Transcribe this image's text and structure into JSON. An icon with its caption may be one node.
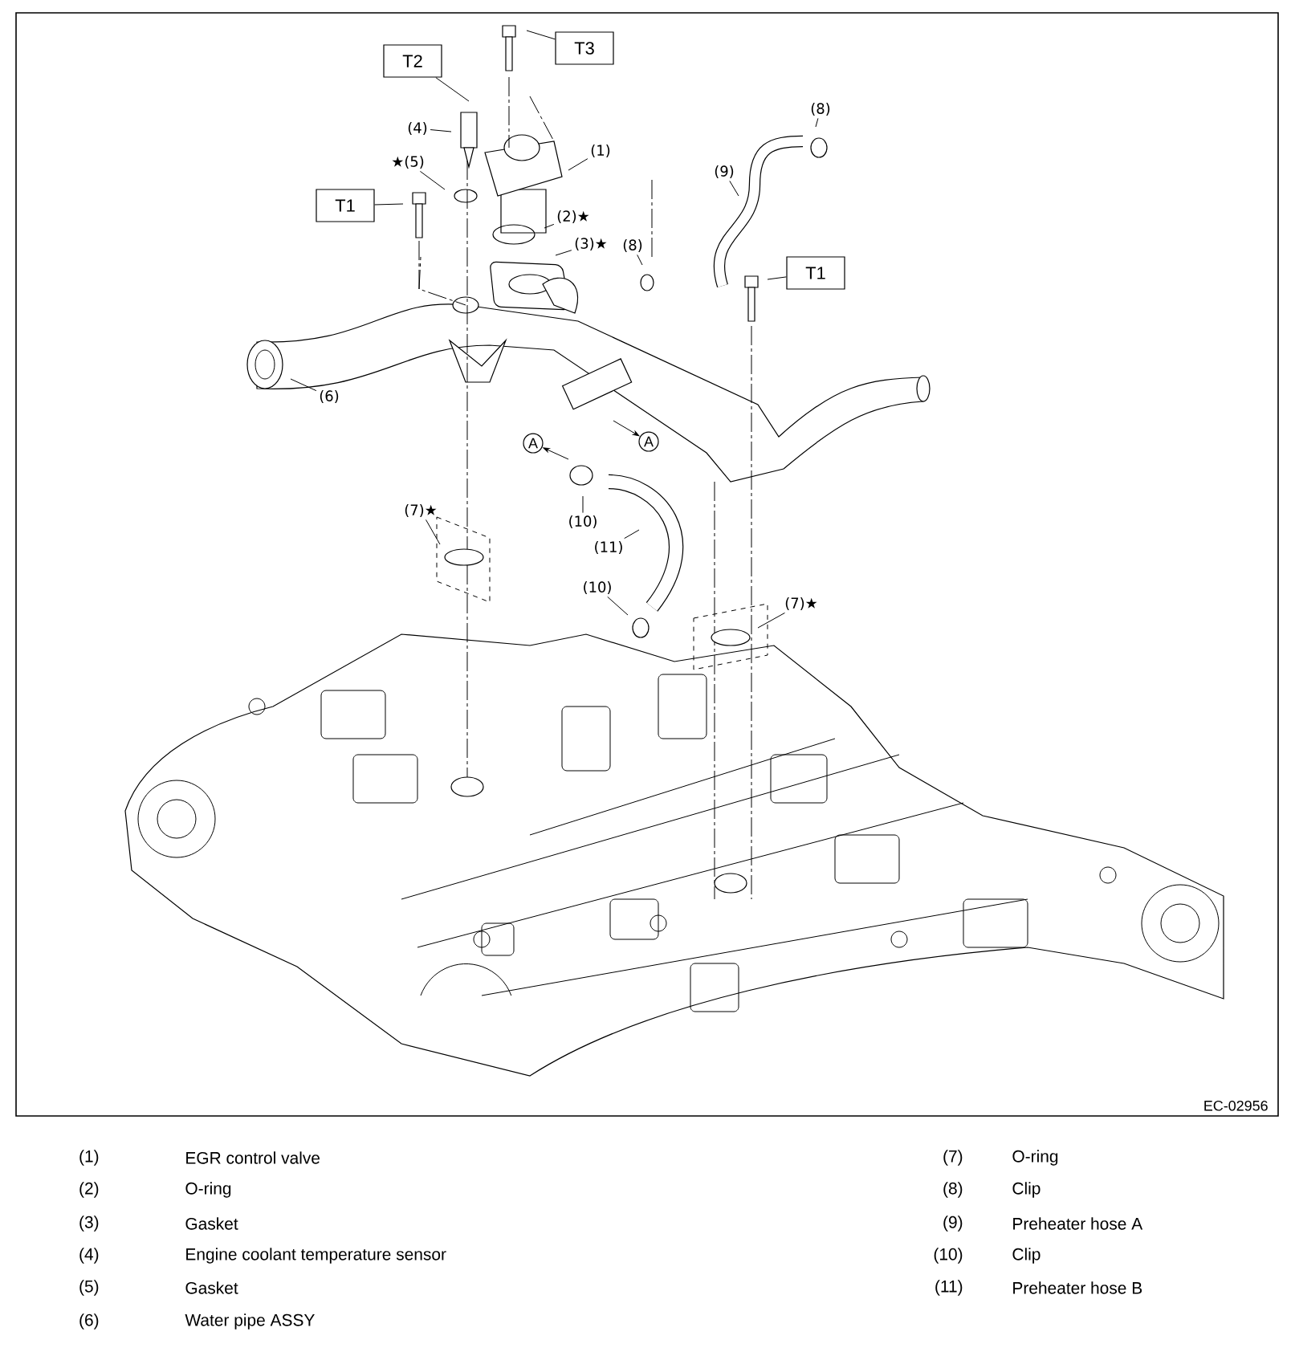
{
  "diagram": {
    "nodes": [
      {
        "text": [
          "T3"
        ]
      },
      {
        "text": [
          "T2"
        ]
      },
      {
        "text": [
          "(1)"
        ]
      },
      {
        "text": [
          "(4)"
        ]
      },
      {
        "text": [
          "★(5)"
        ]
      },
      {
        "text": [
          "(2)★"
        ]
      },
      {
        "text": [
          "(3)★"
        ]
      },
      {
        "text": [
          "T1"
        ]
      },
      {
        "text": [
          "(9)"
        ]
      },
      {
        "text": [
          "(8)"
        ]
      },
      {
        "text": [
          "(8)"
        ]
      },
      {
        "text": [
          "T1"
        ]
      },
      {
        "text": [
          "(6)"
        ]
      },
      {
        "text": [
          "A"
        ]
      },
      {
        "text": [
          "A"
        ]
      },
      {
        "text": [
          "(10)"
        ]
      },
      {
        "text": [
          "(11)"
        ]
      },
      {
        "text": [
          "(7)★"
        ]
      },
      {
        "text": [
          "(10)"
        ]
      },
      {
        "text": [
          "(7)★"
        ]
      }
    ],
    "edges": [
      {
        "from": 0,
        "to": null,
        "arrow": "none"
      },
      {
        "from": 1,
        "to": null,
        "arrow": "none"
      },
      {
        "from": 2,
        "to": null,
        "arrow": "none"
      },
      {
        "from": 3,
        "to": null,
        "arrow": "none"
      },
      {
        "from": 4,
        "to": null,
        "arrow": "none"
      },
      {
        "from": 5,
        "to": null,
        "arrow": "none"
      },
      {
        "from": 6,
        "to": null,
        "arrow": "none"
      },
      {
        "from": 7,
        "to": null,
        "arrow": "none"
      },
      {
        "from": 8,
        "to": null,
        "arrow": "none"
      },
      {
        "from": 9,
        "to": null,
        "arrow": "none"
      },
      {
        "from": 10,
        "to": null,
        "arrow": "none"
      },
      {
        "from": 11,
        "to": null,
        "arrow": "none"
      },
      {
        "from": 12,
        "to": null,
        "arrow": "none"
      },
      {
        "from": null,
        "to": 13,
        "arrow": "to"
      },
      {
        "from": null,
        "to": 14,
        "arrow": "to"
      },
      {
        "from": 15,
        "to": null,
        "arrow": "none"
      },
      {
        "from": 16,
        "to": null,
        "arrow": "none"
      },
      {
        "from": 17,
        "to": null,
        "arrow": "none"
      },
      {
        "from": 18,
        "to": null,
        "arrow": "none"
      },
      {
        "from": 19,
        "to": null,
        "arrow": "none"
      }
    ],
    "labels": [
      "EC-02956",
      "(1)",
      "EGR control valve",
      "(7)",
      "O-ring",
      "(2)",
      "O-ring",
      "(8)",
      "Clip",
      "(3)",
      "Gasket",
      "(9)",
      "Preheater hose A",
      "(4)",
      "Engine coolant temperature sensor",
      "(10)",
      "Clip",
      "(5)",
      "Gasket",
      "(11)",
      "Preheater hose B",
      "(6)",
      "Water pipe ASSY"
    ]
  }
}
